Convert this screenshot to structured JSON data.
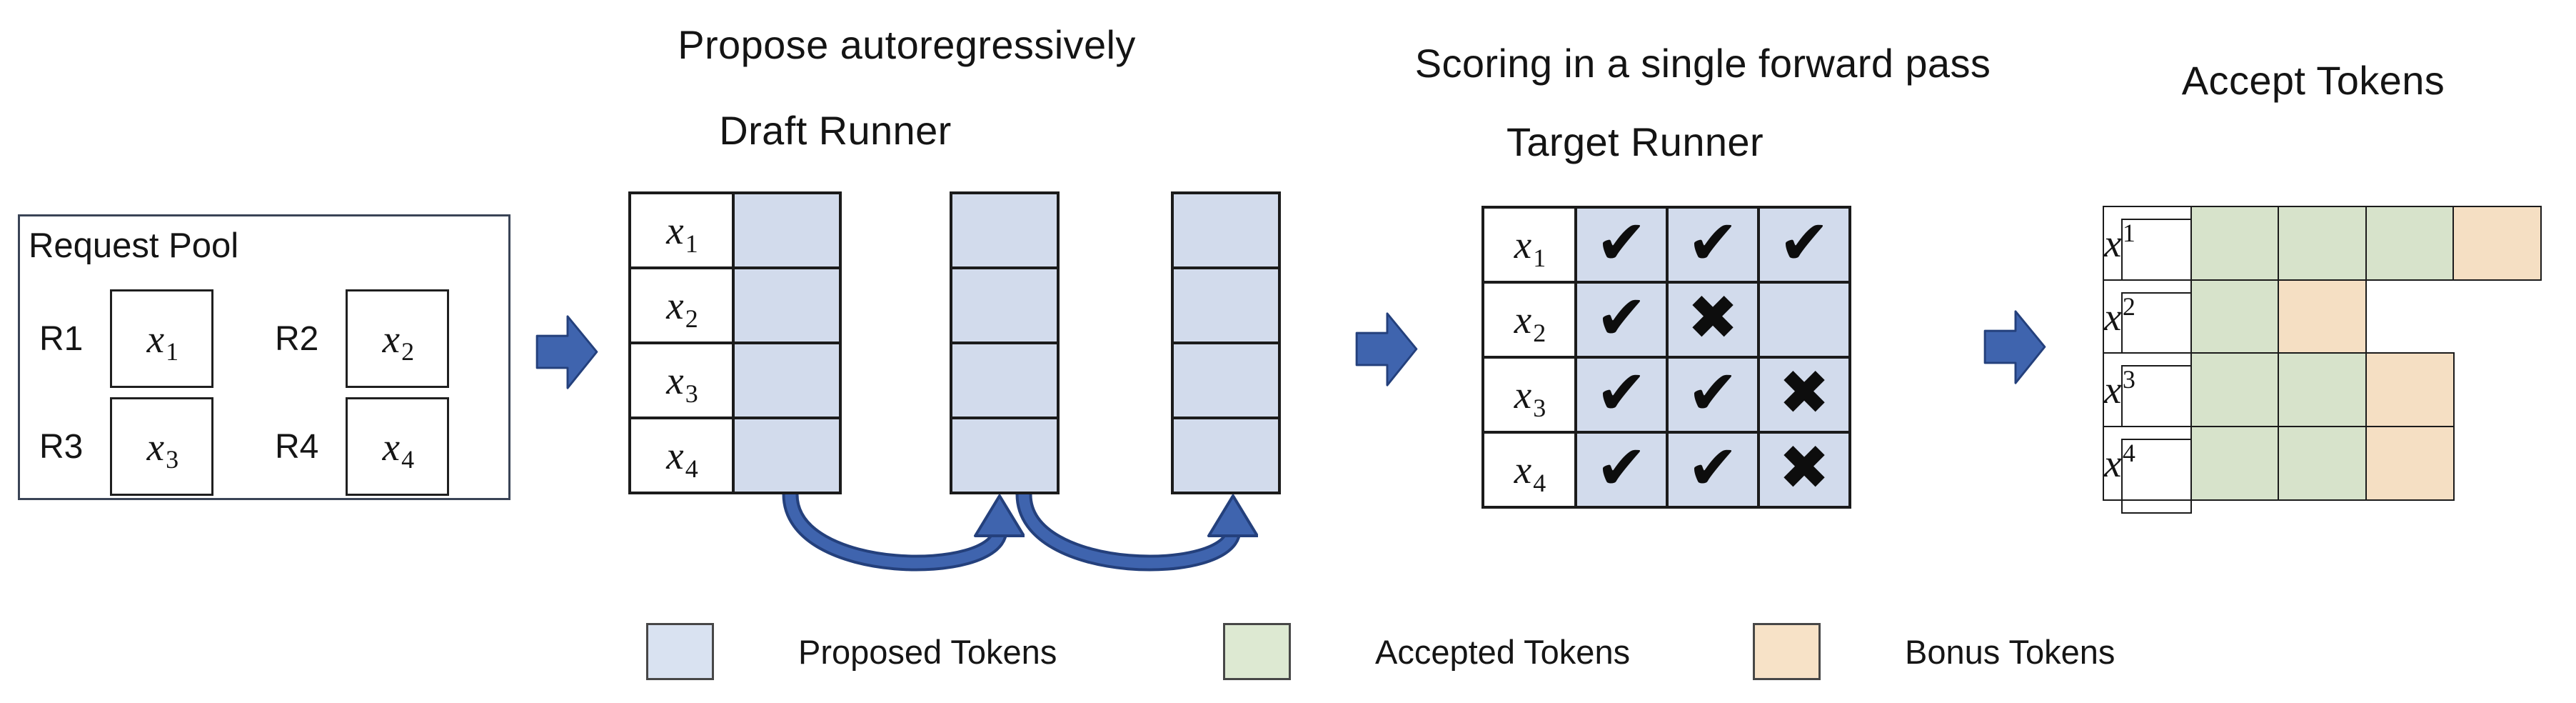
{
  "titles": {
    "propose": "Propose autoregressively",
    "draft_runner": "Draft Runner",
    "scoring": "Scoring in a single forward pass",
    "target_runner": "Target Runner",
    "accept": "Accept Tokens"
  },
  "request_pool": {
    "title": "Request Pool",
    "items": [
      {
        "id": "R1",
        "base": "x",
        "sub": "1"
      },
      {
        "id": "R2",
        "base": "x",
        "sub": "2"
      },
      {
        "id": "R3",
        "base": "x",
        "sub": "3"
      },
      {
        "id": "R4",
        "base": "x",
        "sub": "4"
      }
    ]
  },
  "draft": {
    "num_proposal_steps": 3,
    "rows": [
      {
        "base": "x",
        "sub": "1"
      },
      {
        "base": "x",
        "sub": "2"
      },
      {
        "base": "x",
        "sub": "3"
      },
      {
        "base": "x",
        "sub": "4"
      }
    ]
  },
  "target": {
    "rows": [
      {
        "base": "x",
        "sub": "1",
        "marks": [
          "✔",
          "✔",
          "✔"
        ]
      },
      {
        "base": "x",
        "sub": "2",
        "marks": [
          "✔",
          "✖",
          ""
        ]
      },
      {
        "base": "x",
        "sub": "3",
        "marks": [
          "✔",
          "✔",
          "✖"
        ]
      },
      {
        "base": "x",
        "sub": "4",
        "marks": [
          "✔",
          "✔",
          "✖"
        ]
      }
    ]
  },
  "accept": {
    "rows": [
      {
        "base": "x",
        "sub": "1",
        "cells": [
          "accepted",
          "accepted",
          "accepted",
          "bonus"
        ]
      },
      {
        "base": "x",
        "sub": "2",
        "cells": [
          "accepted",
          "bonus"
        ]
      },
      {
        "base": "x",
        "sub": "3",
        "cells": [
          "accepted",
          "accepted",
          "bonus"
        ]
      },
      {
        "base": "x",
        "sub": "4",
        "cells": [
          "accepted",
          "accepted",
          "bonus"
        ]
      }
    ]
  },
  "legend": [
    {
      "swatch": "proposed",
      "label": "Proposed Tokens"
    },
    {
      "swatch": "accepted",
      "label": "Accepted Tokens"
    },
    {
      "swatch": "bonus",
      "label": "Bonus Tokens"
    }
  ],
  "colors": {
    "proposed": "#d2dbec",
    "accepted": "#d7e3cb",
    "bonus": "#f5dfc3",
    "arrow_fill": "#3f64ae",
    "arrow_outline": "#24407c",
    "table_border": "#1b1b1b",
    "pool_border": "#3a4456"
  }
}
